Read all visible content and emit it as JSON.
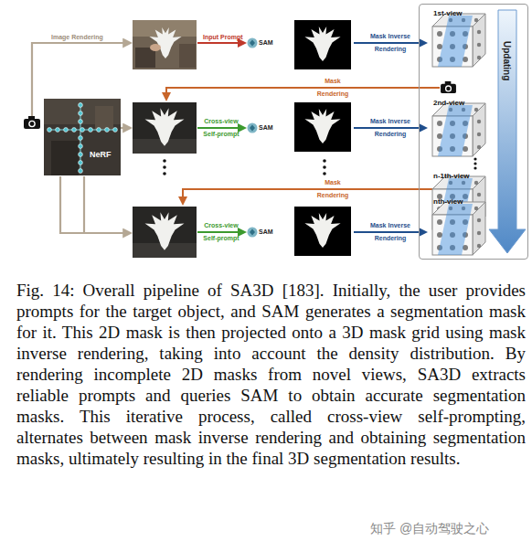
{
  "diagram": {
    "caption": "Fig. 14: Overall pipeline of SA3D [183]. Initially, the user provides prompts for the target object, and SAM generates a segmentation mask for it. This 2D mask is then projected onto a 3D mask grid using mask inverse rendering, taking into account the density distribution. By rendering incomplete 2D masks from novel views, SA3D extracts reliable prompts and queries SAM to obtain accurate segmentation masks. This iterative process, called cross-view self-prompting, alternates between mask inverse rendering and obtaining segmentation masks, ultimately resulting in the final 3D segmentation results.",
    "nodes": [
      {
        "text": [
          "NeRF"
        ]
      },
      {
        "text": [
          "Updating"
        ]
      },
      {
        "text": [
          "1st-view"
        ],
        "in": 1
      },
      {
        "text": [
          "2nd-view"
        ],
        "in": 1
      },
      {
        "text": [
          "n-1th-view"
        ],
        "in": 1
      },
      {
        "text": [
          "nth-view"
        ],
        "in": 1
      }
    ],
    "labels": [
      "Image Rendering",
      "Input Prompt",
      "SAM",
      "Mask Inverse Rendering",
      "Mask Rendering",
      "Cross-view Self-prompt",
      "SAM",
      "Mask Inverse Rendering",
      "Mask Rendering",
      "Cross-view Self-prompt",
      "SAM",
      "Mask Inverse Rendering",
      "知乎 @自动驾驶之心"
    ]
  }
}
